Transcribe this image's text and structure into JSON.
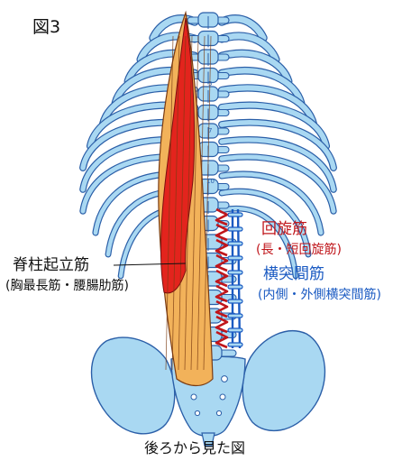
{
  "figure_label": "図3",
  "caption": "後ろから見た図",
  "labels": {
    "erector_spinae": "脊柱起立筋",
    "erector_spinae_detail": "(胸最長筋・腰腸肋筋)",
    "rotatores": "回旋筋",
    "rotatores_detail": "(長・短回旋筋)",
    "intertransversarii": "横突間筋",
    "intertransversarii_detail": "(内側・外側横突間筋)"
  },
  "vertebra_numbers": [
    "5",
    "7",
    "10"
  ],
  "colors": {
    "bone_fill": "#a9d8f2",
    "bone_stroke": "#2b5fa8",
    "erector_orange": "#f2b25a",
    "erector_red": "#e3241d",
    "rotatores_red": "#c0161b",
    "intertransversarii_blue": "#1a5ac2"
  }
}
